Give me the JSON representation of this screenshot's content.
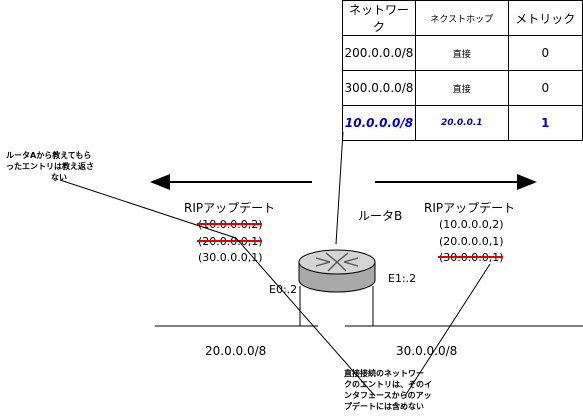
{
  "routing_table": {
    "headers": [
      "ネットワーク",
      "ネクストホップ",
      "メトリック"
    ],
    "rows": [
      {
        "network": "200.0.0.0/8",
        "next_hop": "直接",
        "metric": "0"
      },
      {
        "network": "300.0.0.0/8",
        "next_hop": "直接",
        "metric": "0"
      },
      {
        "network": "10.0.0.0/8",
        "next_hop": "20.0.0.1",
        "metric": "1"
      }
    ]
  },
  "router": {
    "label": "ルータB",
    "e0": "E0:.2",
    "e1": "E1:.2"
  },
  "left_update": {
    "title": "RIPアップデート",
    "entries": [
      "(10.0.0.0,2)",
      "(20.0.0.0,1)",
      "(30.0.0.0,1)"
    ]
  },
  "right_update": {
    "title": "RIPアップデート",
    "entries": [
      "(10.0.0.0,2)",
      "(20.0.0.0,1)",
      "(30.0.0.0,1)"
    ]
  },
  "networks": {
    "left": "20.0.0.0/8",
    "right": "30.0.0.0/8"
  },
  "notes": {
    "split_horizon": [
      "ルータAから教えてもら",
      "ったエントリは教え返さ",
      "ない"
    ],
    "direct": [
      "直接接続のネットワー",
      "クのエントリは、そのイ",
      "ンタフェースからのアッ",
      "プデートには含めない"
    ]
  },
  "colors": {
    "strike": "#e00000",
    "highlight": "#0000cc"
  }
}
